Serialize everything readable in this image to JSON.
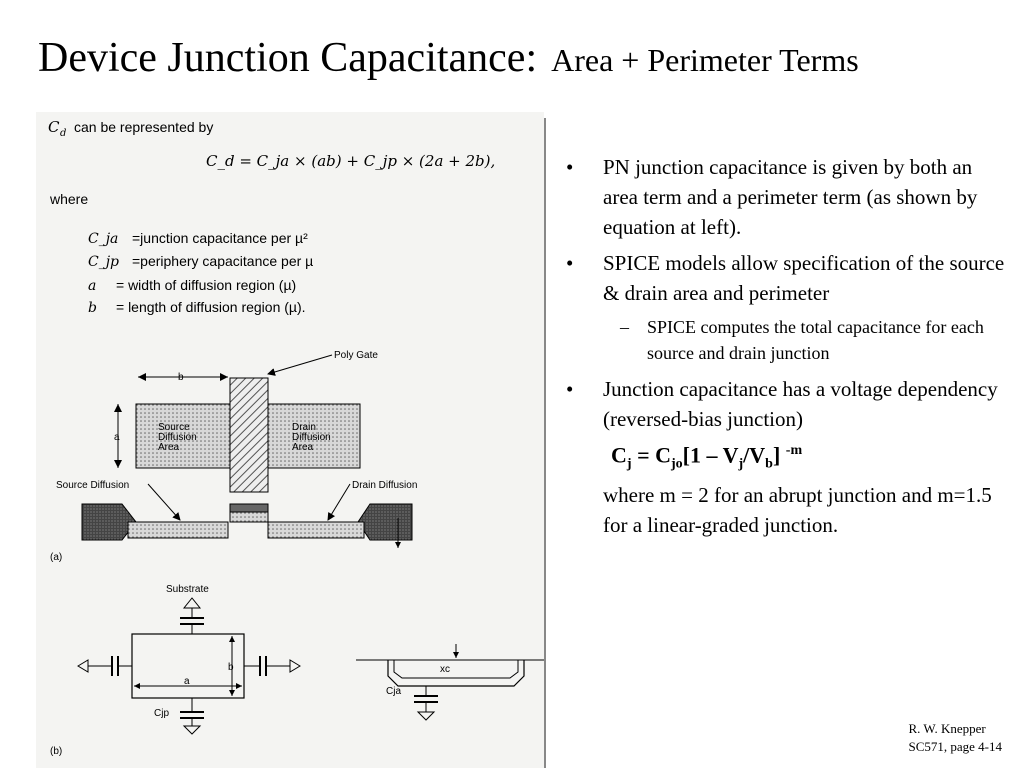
{
  "title": {
    "main": "Device Junction Capacitance:",
    "sub": "Area + Perimeter Terms"
  },
  "scan": {
    "intro": "can be represented by",
    "intro_symbol": "C",
    "intro_symbol_sub": "d",
    "equation": "C_d = C_ja × (ab) + C_jp × (2a + 2b),",
    "where": "where",
    "defs": [
      {
        "symbol": "C_ja",
        "text": "=junction capacitance per µ²"
      },
      {
        "symbol": "C_jp",
        "text": "=periphery capacitance per µ"
      },
      {
        "symbol": "a",
        "text": "= width of diffusion region (µ)"
      },
      {
        "symbol": "b",
        "text": "= length of diffusion region (µ)."
      }
    ],
    "labels": {
      "poly_gate": "Poly Gate",
      "b": "b",
      "a": "a",
      "source_area": "Source",
      "source_area_2": "Diffusion",
      "source_area_3": "Area",
      "drain_area": "Drain",
      "drain_area_2": "Diffusion",
      "drain_area_3": "Area",
      "source_diffusion": "Source Diffusion",
      "drain_diffusion": "Drain Diffusion",
      "fig_a": "(a)",
      "substrate": "Substrate",
      "b2": "b",
      "a2": "a",
      "cjp": "Cjp",
      "xc": "xc",
      "cja": "Cja",
      "fig_b": "(b)"
    }
  },
  "bullets": [
    {
      "text": "PN junction capacitance is given by both an area term and a perimeter term (as shown by equation at left)."
    },
    {
      "text": "SPICE models allow specification of the source & drain area and perimeter"
    }
  ],
  "sub_bullet": "SPICE computes the total capacitance for each source and drain junction",
  "bullet3": "Junction capacitance has a voltage dependency (reversed-bias junction)",
  "formula": {
    "c": "C",
    "j": "j",
    "eq": " = C",
    "jo": "jo",
    "bracket": "[1 – V",
    "j2": "j",
    "slash": "/V",
    "b": "b",
    "close": "]",
    "exp": "-m"
  },
  "note": "where m = 2 for an abrupt junction and m=1.5 for a linear-graded junction.",
  "footer": {
    "author": "R. W. Knepper",
    "page": "SC571,  page 4-14"
  }
}
